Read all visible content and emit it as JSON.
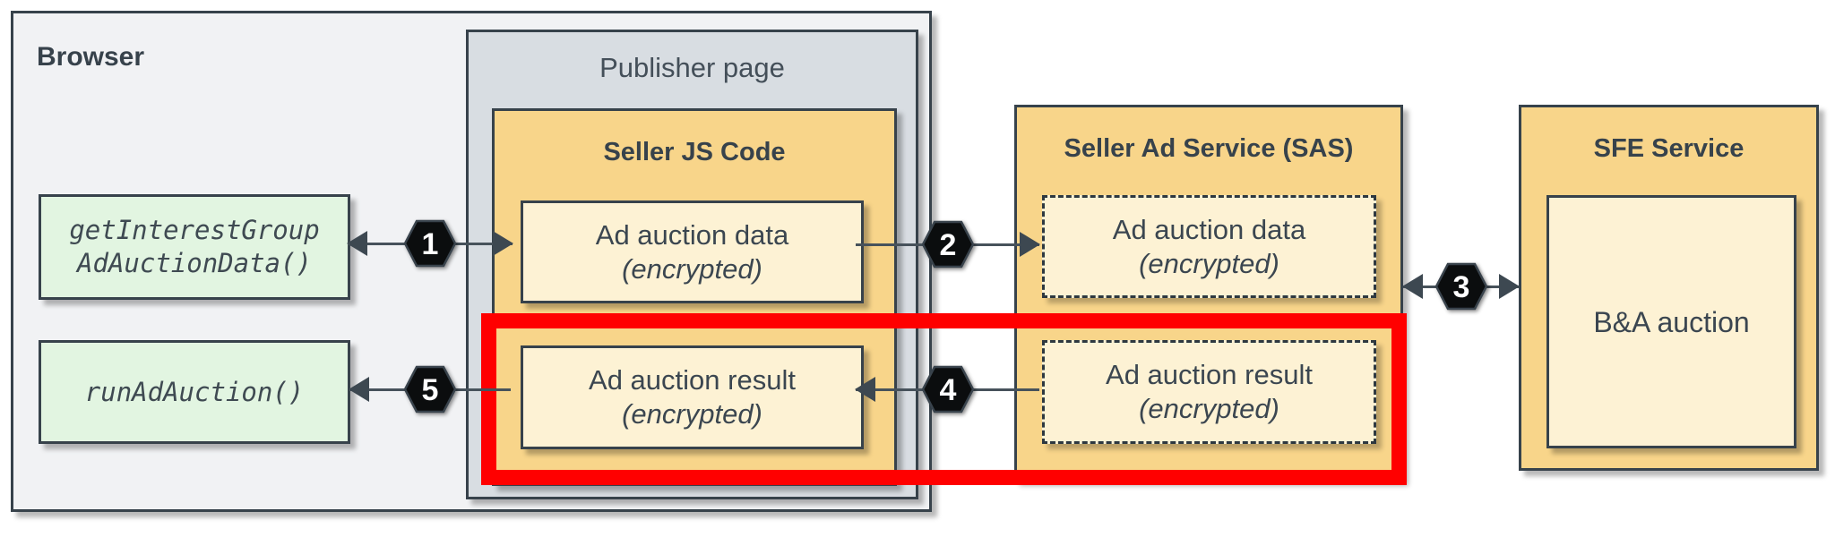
{
  "colors": {
    "canvas_bg": "#ffffff",
    "border": "#37424b",
    "text": "#3b4650",
    "browser_fill": "#f1f2f4",
    "publisher_fill": "#d8dde2",
    "orange_fill": "#f8d58a",
    "cream_fill": "#fdf2d4",
    "green_fill": "#e2f5e1",
    "red_highlight": "#ff0000",
    "badge_fill": "#0b0d0e",
    "badge_text": "#ffffff",
    "line": "#47525b"
  },
  "browser": {
    "label": "Browser"
  },
  "publisher": {
    "label": "Publisher page"
  },
  "seller_js": {
    "title": "Seller JS Code",
    "data_box": {
      "line1": "Ad auction data",
      "line2": "(encrypted)"
    },
    "result_box": {
      "line1": "Ad auction result",
      "line2": "(encrypted)"
    }
  },
  "browser_apis": {
    "get_interest_group": {
      "line1": "getInterestGroup",
      "line2": "AdAuctionData()"
    },
    "run_ad_auction": {
      "line1": "runAdAuction()"
    }
  },
  "sas": {
    "title": "Seller Ad Service (SAS)",
    "data_box": {
      "line1": "Ad auction data",
      "line2": "(encrypted)"
    },
    "result_box": {
      "line1": "Ad auction result",
      "line2": "(encrypted)"
    }
  },
  "sfe": {
    "title": "SFE Service",
    "auction_box": {
      "label": "B&A auction"
    }
  },
  "steps": {
    "s1": "1",
    "s2": "2",
    "s3": "3",
    "s4": "4",
    "s5": "5"
  }
}
